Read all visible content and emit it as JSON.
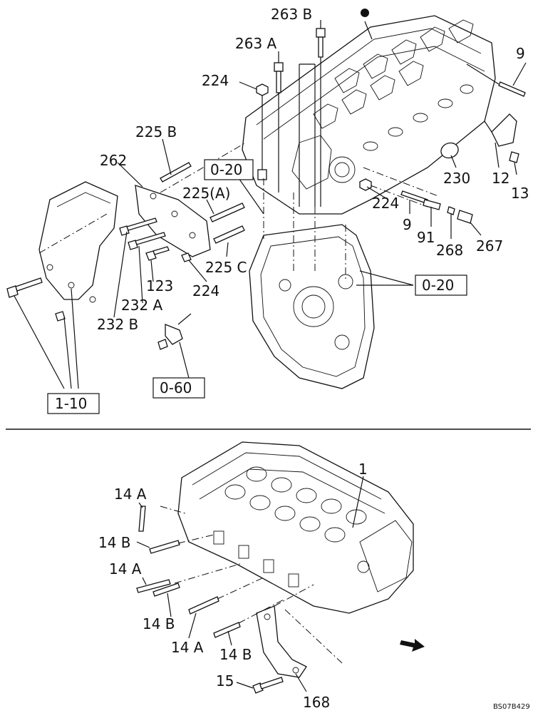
{
  "labels": {
    "p263b": "263 B",
    "p263a": "263 A",
    "p224_top": "224",
    "p225b": "225 B",
    "p262": "262",
    "p225a": "225(A)",
    "p225c": "225 C",
    "p224_mid": "224",
    "p123": "123",
    "p232a": "232 A",
    "p232b": "232 B",
    "p9_top": "9",
    "p12": "12",
    "p13": "13",
    "p230": "230",
    "p224_right": "224",
    "p9_mid": "9",
    "p91": "91",
    "p268": "268",
    "p267": "267",
    "p1": "1",
    "p14a_top": "14 A",
    "p14b_1": "14 B",
    "p14a_2": "14 A",
    "p14b_2": "14 B",
    "p14a_3": "14 A",
    "p14b_3": "14 B",
    "p15": "15",
    "p168": "168"
  },
  "refs": {
    "r020_left": "0-20",
    "r020_right": "0-20",
    "r060": "0-60",
    "r110": "1-10"
  },
  "footer": {
    "code": "BS07B429"
  }
}
